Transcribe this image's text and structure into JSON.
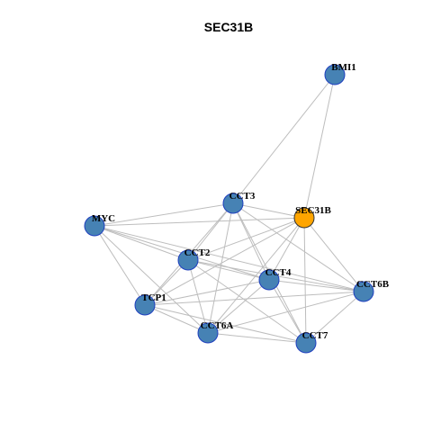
{
  "title": "SEC31B",
  "colors": {
    "node_default": "#4682b4",
    "node_default_border": "#1f3fbf",
    "node_focus": "#ffa500",
    "node_focus_border": "#333333",
    "edge": "#bdbdbd"
  },
  "nodes": [
    {
      "id": "BMI1",
      "focus": false
    },
    {
      "id": "CCT3",
      "focus": false
    },
    {
      "id": "SEC31B",
      "focus": true
    },
    {
      "id": "MYC",
      "focus": false
    },
    {
      "id": "CCT2",
      "focus": false
    },
    {
      "id": "CCT4",
      "focus": false
    },
    {
      "id": "CCT6B",
      "focus": false
    },
    {
      "id": "TCP1",
      "focus": false
    },
    {
      "id": "CCT6A",
      "focus": false
    },
    {
      "id": "CCT7",
      "focus": false
    }
  ],
  "edges": [
    [
      "BMI1",
      "CCT3"
    ],
    [
      "BMI1",
      "SEC31B"
    ],
    [
      "CCT3",
      "SEC31B"
    ],
    [
      "CCT3",
      "MYC"
    ],
    [
      "CCT3",
      "CCT2"
    ],
    [
      "CCT3",
      "CCT4"
    ],
    [
      "CCT3",
      "CCT6B"
    ],
    [
      "CCT3",
      "TCP1"
    ],
    [
      "CCT3",
      "CCT6A"
    ],
    [
      "CCT3",
      "CCT7"
    ],
    [
      "SEC31B",
      "MYC"
    ],
    [
      "SEC31B",
      "CCT2"
    ],
    [
      "SEC31B",
      "CCT4"
    ],
    [
      "SEC31B",
      "CCT6B"
    ],
    [
      "SEC31B",
      "TCP1"
    ],
    [
      "SEC31B",
      "CCT6A"
    ],
    [
      "SEC31B",
      "CCT7"
    ],
    [
      "MYC",
      "CCT2"
    ],
    [
      "MYC",
      "CCT4"
    ],
    [
      "MYC",
      "CCT6B"
    ],
    [
      "MYC",
      "TCP1"
    ],
    [
      "MYC",
      "CCT6A"
    ],
    [
      "CCT2",
      "CCT4"
    ],
    [
      "CCT2",
      "CCT6B"
    ],
    [
      "CCT2",
      "TCP1"
    ],
    [
      "CCT2",
      "CCT6A"
    ],
    [
      "CCT2",
      "CCT7"
    ],
    [
      "CCT4",
      "CCT6B"
    ],
    [
      "CCT4",
      "TCP1"
    ],
    [
      "CCT4",
      "CCT6A"
    ],
    [
      "CCT4",
      "CCT7"
    ],
    [
      "CCT6B",
      "TCP1"
    ],
    [
      "CCT6B",
      "CCT6A"
    ],
    [
      "CCT6B",
      "CCT7"
    ],
    [
      "TCP1",
      "CCT6A"
    ],
    [
      "TCP1",
      "CCT7"
    ],
    [
      "CCT6A",
      "CCT7"
    ]
  ]
}
